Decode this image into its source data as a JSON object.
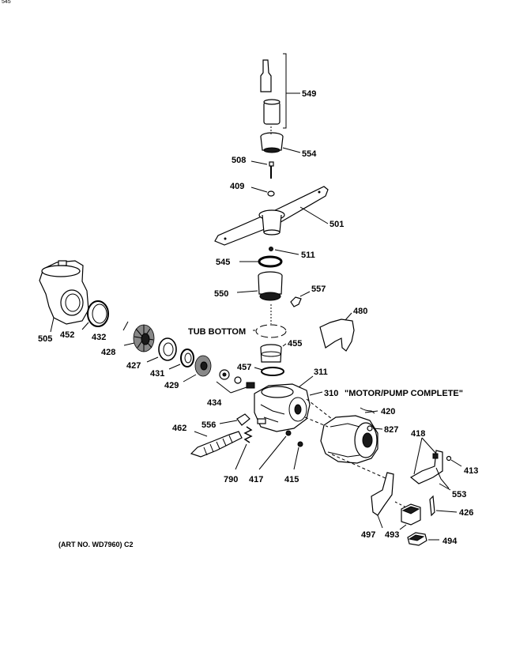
{
  "labels": {
    "l549": "549",
    "l554": "554",
    "l508": "508",
    "l409": "409",
    "l501": "501",
    "l511": "511",
    "l545": "545",
    "l550": "550",
    "l557": "557",
    "l480": "480",
    "tub": "TUB BOTTOM",
    "l455": "455",
    "l505": "505",
    "l452": "452",
    "l432": "432",
    "l428": "428",
    "l427": "427",
    "l431": "431",
    "l429": "429",
    "l457": "457",
    "l311": "311",
    "l310": "310",
    "motor": "\"MOTOR/PUMP COMPLETE\"",
    "l420": "420",
    "l827": "827",
    "l418": "418",
    "l413": "413",
    "l434": "434",
    "l462": "462",
    "l556": "556",
    "l790": "790",
    "l417": "417",
    "l415": "415",
    "l553": "553",
    "l426": "426",
    "l497": "497",
    "l493": "493",
    "l494": "494"
  },
  "art_number": "(ART NO. WD7960) C2",
  "corner_mark": "545"
}
